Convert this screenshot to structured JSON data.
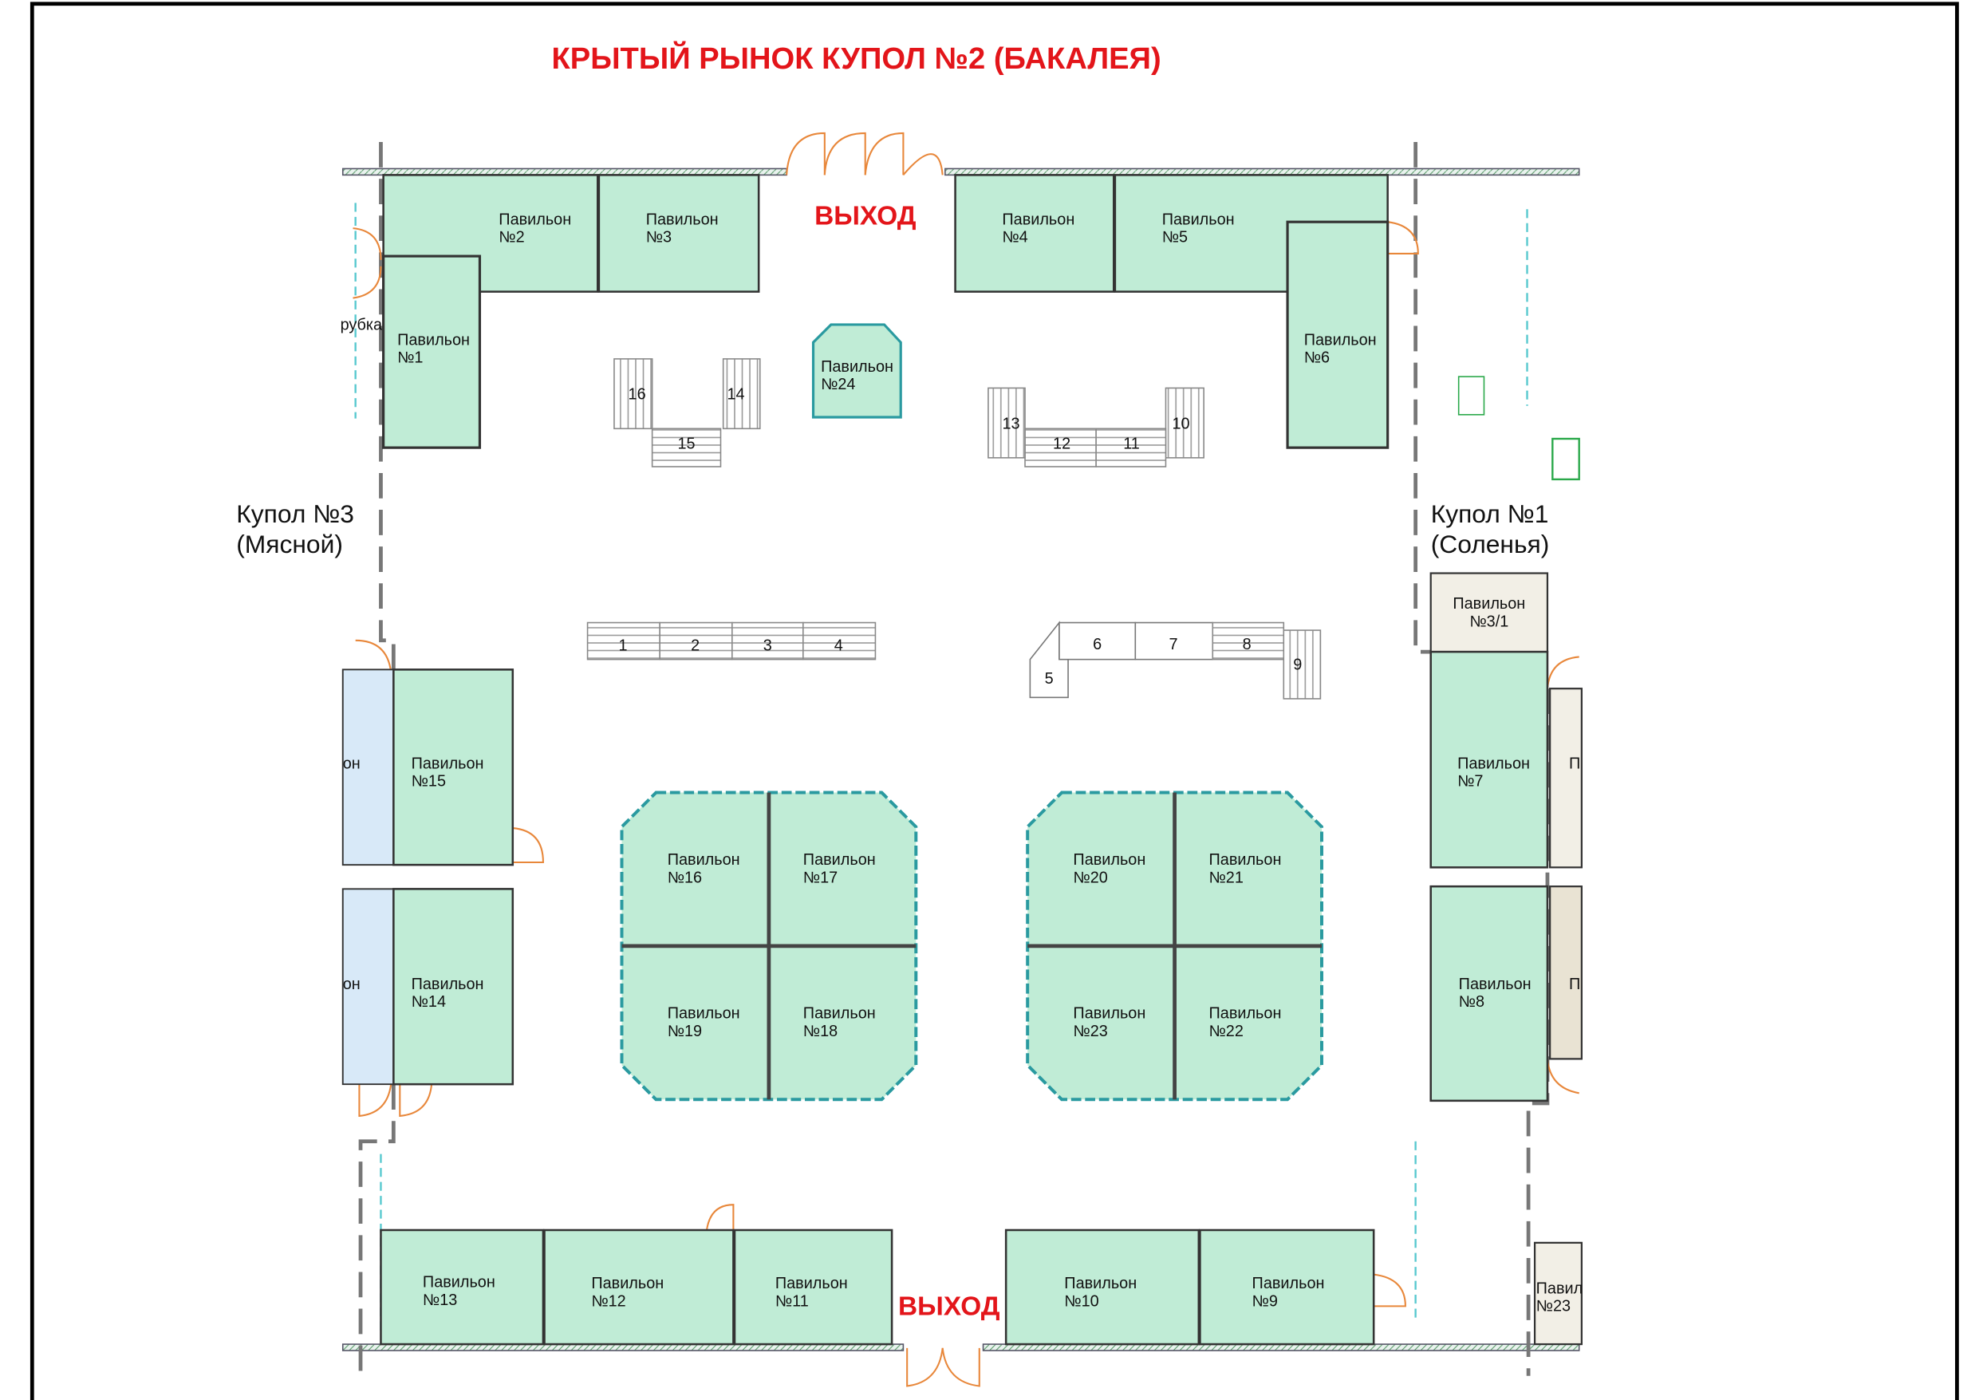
{
  "title": "КРЫТЫЙ РЫНОК КУПОЛ №2 (БАКАЛЕЯ)",
  "exit_label": "ВЫХОД",
  "domes": {
    "left": {
      "name": "Купол №3",
      "type": "(Мясной)"
    },
    "right": {
      "name": "Купол №1",
      "type": "(Соленья)"
    }
  },
  "pavilion_word": "Павильон",
  "pavilions": {
    "p1": "№1",
    "p2": "№2",
    "p3": "№3",
    "p4": "№4",
    "p5": "№5",
    "p6": "№6",
    "p7": "№7",
    "p8": "№8",
    "p9": "№9",
    "p10": "№10",
    "p11": "№11",
    "p12": "№12",
    "p13": "№13",
    "p14": "№14",
    "p15": "№15",
    "p16": "№16",
    "p17": "№17",
    "p18": "№18",
    "p19": "№19",
    "p20": "№20",
    "p21": "№21",
    "p22": "№22",
    "p23": "№23",
    "p24": "№24",
    "p3_1": "№3/1",
    "neighbor_23": "№23"
  },
  "partial_labels": {
    "rubka": "рубка",
    "on": "он",
    "p": "П",
    "pavil": "Павил"
  },
  "stalls": [
    "1",
    "2",
    "3",
    "4",
    "5",
    "6",
    "7",
    "8",
    "9",
    "10",
    "11",
    "12",
    "13",
    "14",
    "15",
    "16"
  ],
  "colors": {
    "pavilion": "#c0ecd6",
    "accent": "#e3151a",
    "door": "#e8873a"
  }
}
